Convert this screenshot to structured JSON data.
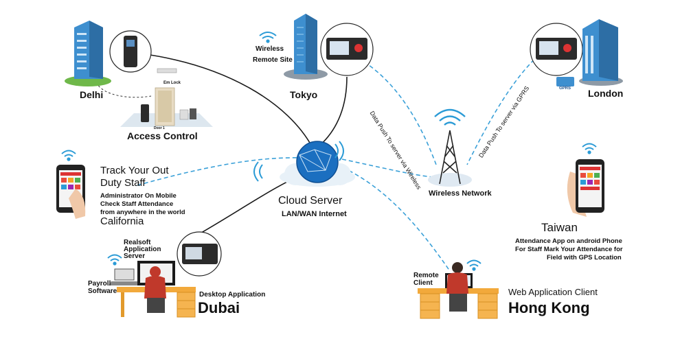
{
  "labels": {
    "delhi": "Delhi",
    "em_lock": "Em Lock",
    "door": "Door 1",
    "access_control": "Access Control",
    "wireless_remote_site_1": "Wireless",
    "wireless_remote_site_2": "Remote Site",
    "tokyo": "Tokyo",
    "london": "London",
    "gprs": "GPRS",
    "push_wireless": "Data Push To server via Wireless",
    "push_gprs": "Data Push To server via GPRS",
    "wireless_network": "Wireless Network",
    "cloud_title": "Cloud Server",
    "cloud_sub": "LAN/WAN Internet",
    "track_1": "Track Your Out",
    "track_2": "Duty Staff",
    "admin_1": "Administrator On Mobile",
    "admin_2": "Check Staff Attendance",
    "admin_3": "from anywhere in the world",
    "california": "California",
    "realsoft_1": "Realsoft",
    "realsoft_2": "Application",
    "realsoft_3": "Server",
    "payroll_1": "Payroll",
    "payroll_2": "Software",
    "desktop_app": "Desktop Application",
    "dubai": "Dubai",
    "taiwan": "Taiwan",
    "taiwan_1": "Attendance App on android Phone",
    "taiwan_2": "For Staff Mark Your Attendance for",
    "taiwan_3": "Field with GPS Location",
    "remote_1": "Remote",
    "remote_2": "Client",
    "web_client": "Web Application Client",
    "hong_kong": "Hong Kong"
  },
  "colors": {
    "link_solid": "#1a1a1a",
    "link_dashed": "#3aa0d8",
    "wifi": "#2b9bd6",
    "cloud": "#e8f1f8",
    "building_blue": "#3e8fcf",
    "desk": "#f2a93b",
    "person_shirt": "#c0392b",
    "device": "#2b2b2b"
  }
}
